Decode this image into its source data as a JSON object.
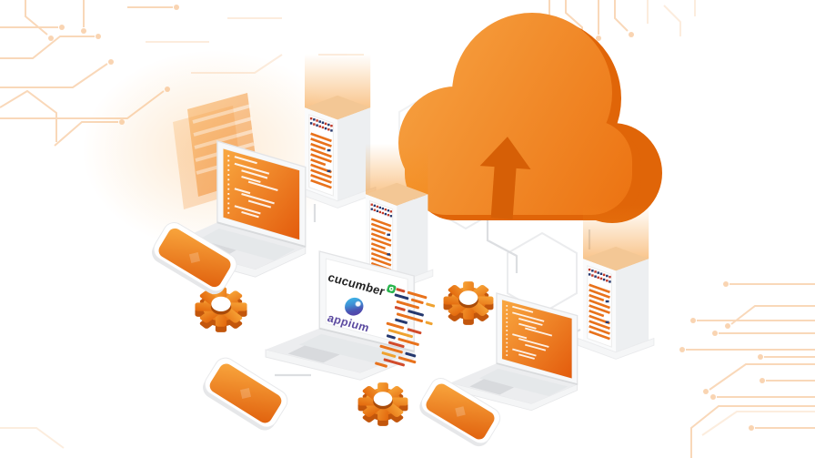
{
  "illustration": {
    "theme": "isometric cloud test automation",
    "logos": {
      "cucumber": {
        "label": "cucumber",
        "text_color": "#222222",
        "icon": "cucumber-green-badge",
        "icon_color": "#2ab54e"
      },
      "appium": {
        "label": "appium",
        "text_color": "#5b4aa0",
        "icon": "appium-swirl-badge",
        "icon_colors": [
          "#3ec3ee",
          "#5a35a0"
        ]
      }
    },
    "palette": {
      "cloud_front": "#F08226",
      "cloud_dark": "#E06508",
      "arrow": "#D65F06",
      "screen_orange_top": "#F9A840",
      "screen_orange_bottom": "#E35B0C",
      "server_stripe": "#E8721C",
      "code_red": "#D14B2B",
      "code_navy": "#25386E",
      "code_amber": "#EFA230",
      "device_gray": "#ECEDEF",
      "connector_gray": "#DCDEE1",
      "circuit_trace": "#F19A4A"
    },
    "devices": {
      "servers": 3,
      "laptops": 3,
      "phones": 3,
      "gears": 3,
      "clouds": 1
    }
  }
}
